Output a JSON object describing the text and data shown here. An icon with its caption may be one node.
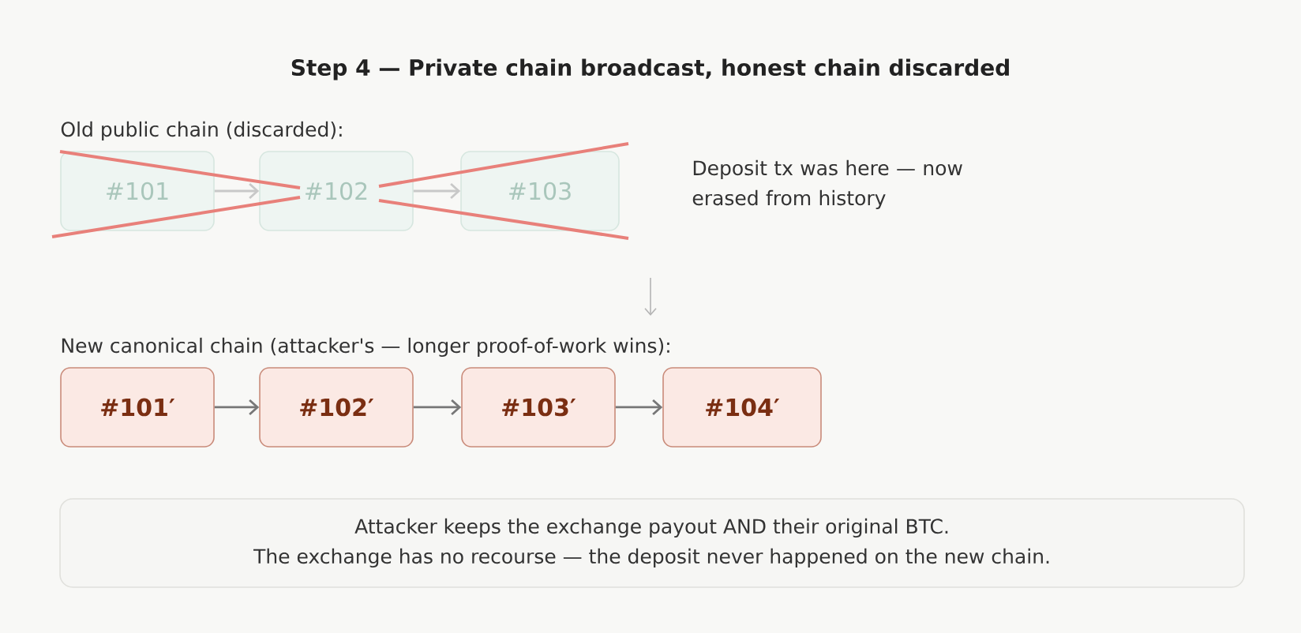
{
  "diagram": {
    "title": "Step 4 — Private chain broadcast, honest chain discarded",
    "nodes": [
      {
        "text": [
          "#101"
        ]
      },
      {
        "text": [
          "#102"
        ]
      },
      {
        "text": [
          "#103"
        ]
      },
      {
        "text": [
          "#101′"
        ]
      },
      {
        "text": [
          "#102′"
        ]
      },
      {
        "text": [
          "#103′"
        ]
      },
      {
        "text": [
          "#104′"
        ]
      },
      {
        "text": [
          "Attacker keeps the exchange payout AND their original BTC.",
          "The exchange has no recourse — the deposit never happened on the new chain."
        ]
      }
    ],
    "edges": [
      {
        "from": 0,
        "to": 1,
        "arrow": "to",
        "color": "#c8c8c8"
      },
      {
        "from": 1,
        "to": 2,
        "arrow": "to",
        "color": "#c8c8c8"
      },
      {
        "from": 3,
        "to": 4,
        "arrow": "to"
      },
      {
        "from": 4,
        "to": 5,
        "arrow": "to"
      },
      {
        "from": 5,
        "to": 6,
        "arrow": "to"
      }
    ],
    "labels": [
      "Old public chain (discarded):",
      "Deposit tx was here — now erased from history",
      "New canonical chain (attacker's — longer proof-of-work wins):"
    ]
  }
}
